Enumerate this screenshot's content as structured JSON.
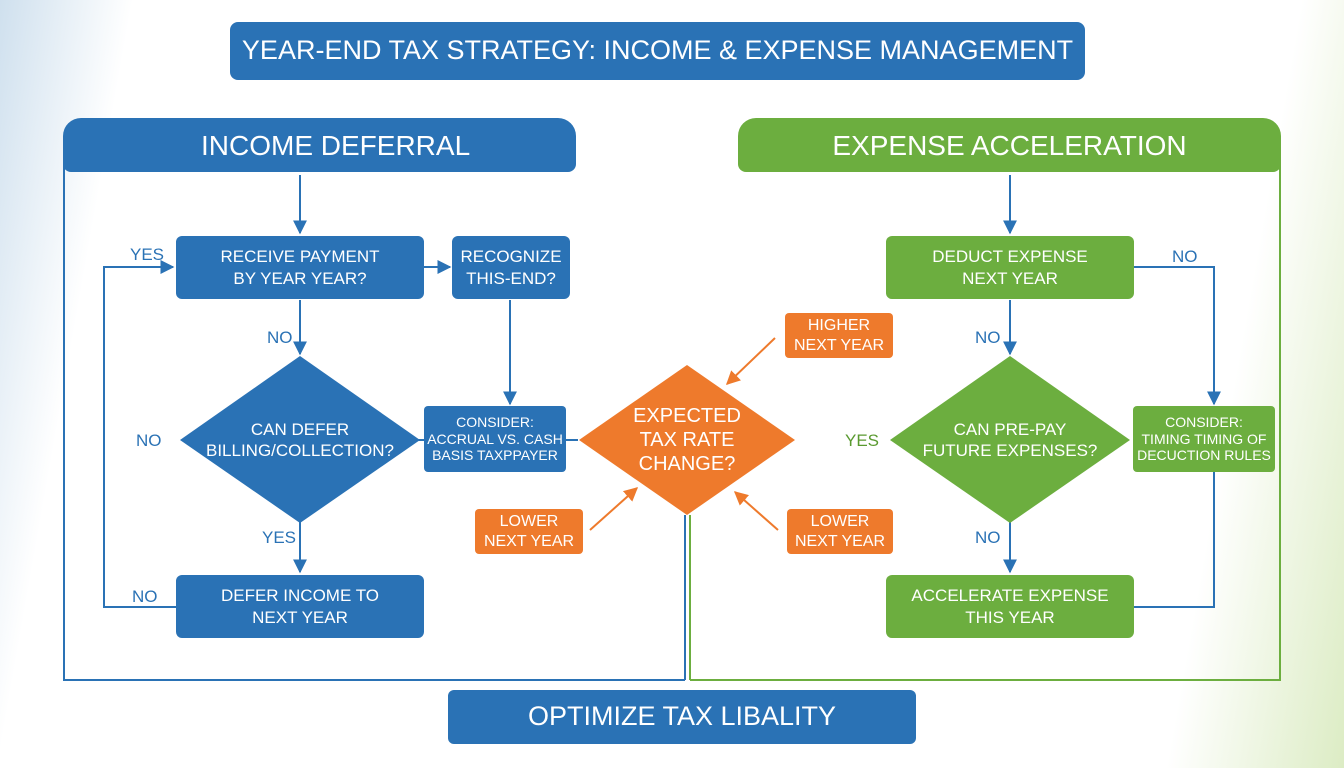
{
  "title": "YEAR-END TAX STRATEGY: INCOME & EXPENSE MANAGEMENT",
  "footer": "OPTIMIZE TAX LIBALITY",
  "colors": {
    "blue": "#2a72b5",
    "green": "#6cae3f",
    "orange": "#ee7a2c"
  },
  "income": {
    "header": "INCOME DEFERRAL",
    "receive_payment": "RECEIVE PAYMENT\nBY YEAR YEAR?",
    "recognize": "RECOGNIZE\nTHIS-END?",
    "can_defer": "CAN DEFER\nBILLING/COLLECTION?",
    "consider": "CONSIDER:\nACCRUAL VS. CASH\nBASIS TAXPPAYER",
    "defer_income": "DEFER INCOME TO\nNEXT YEAR",
    "labels": {
      "yes_top": "YES",
      "no_mid": "NO",
      "no_left": "NO",
      "yes_bottom": "YES",
      "no_bottom": "NO"
    }
  },
  "center": {
    "decision": "EXPECTED\nTAX RATE\nCHANGE?",
    "higher": "HIGHER\nNEXT YEAR",
    "lower_left": "LOWER\nNEXT YEAR",
    "lower_right": "LOWER\nNEXT YEAR"
  },
  "expense": {
    "header": "EXPENSE ACCELERATION",
    "deduct": "DEDUCT EXPENSE\nNEXT YEAR",
    "can_prepay": "CAN PRE-PAY\nFUTURE EXPENSES?",
    "consider": "CONSIDER:\nTIMING  TIMING OF\nDECUCTION RULES",
    "accelerate": "ACCELERATE EXPENSE\nTHIS YEAR",
    "labels": {
      "no_top": "NO",
      "no_mid": "NO",
      "yes_left": "YES",
      "no_bottom": "NO"
    }
  }
}
